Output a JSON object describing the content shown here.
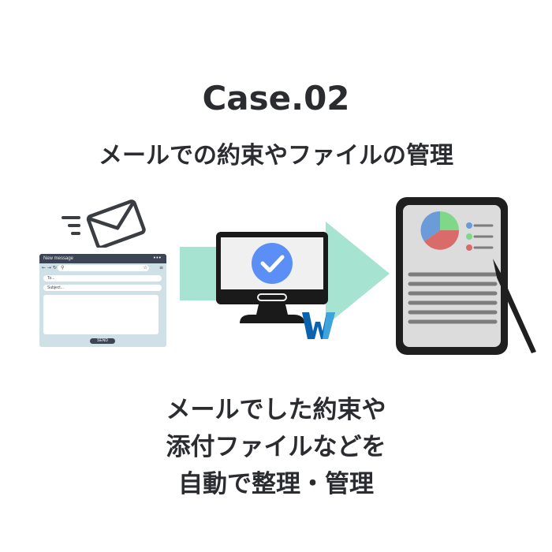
{
  "header": {
    "case_label": "Case.02",
    "subtitle": "メールでの約束やファイルの管理"
  },
  "illustration": {
    "mail_window": {
      "title": "New message",
      "menu_dots": "•••",
      "nav_icons": "← → ↻",
      "search_icon": "⚲",
      "star_icon": "☆",
      "menu_icon": "≡",
      "to_placeholder": "To...",
      "subject_placeholder": "Subject...",
      "send_label": "SEND"
    },
    "monitor": {
      "status_icon": "check-circle",
      "badge_letter": "W"
    },
    "document": {
      "pie_colors": [
        "#6b9bd8",
        "#7fd78a",
        "#d96b6b"
      ],
      "legend_colors": [
        "#6b9bd8",
        "#7fd78a",
        "#d96b6b"
      ]
    },
    "colors": {
      "arrow": "#a6e3d0",
      "monitor_frame": "#1a1a1a",
      "check_blue": "#5b8ff5",
      "w_dark": "#0b63b0",
      "w_light": "#3fa3dc",
      "tablet_screen": "#dcdcdc",
      "tablet_lines": "#7d7d7d"
    }
  },
  "description": {
    "lines": [
      "メールでした約束や",
      "添付ファイルなどを",
      "自動で整理・管理"
    ]
  }
}
